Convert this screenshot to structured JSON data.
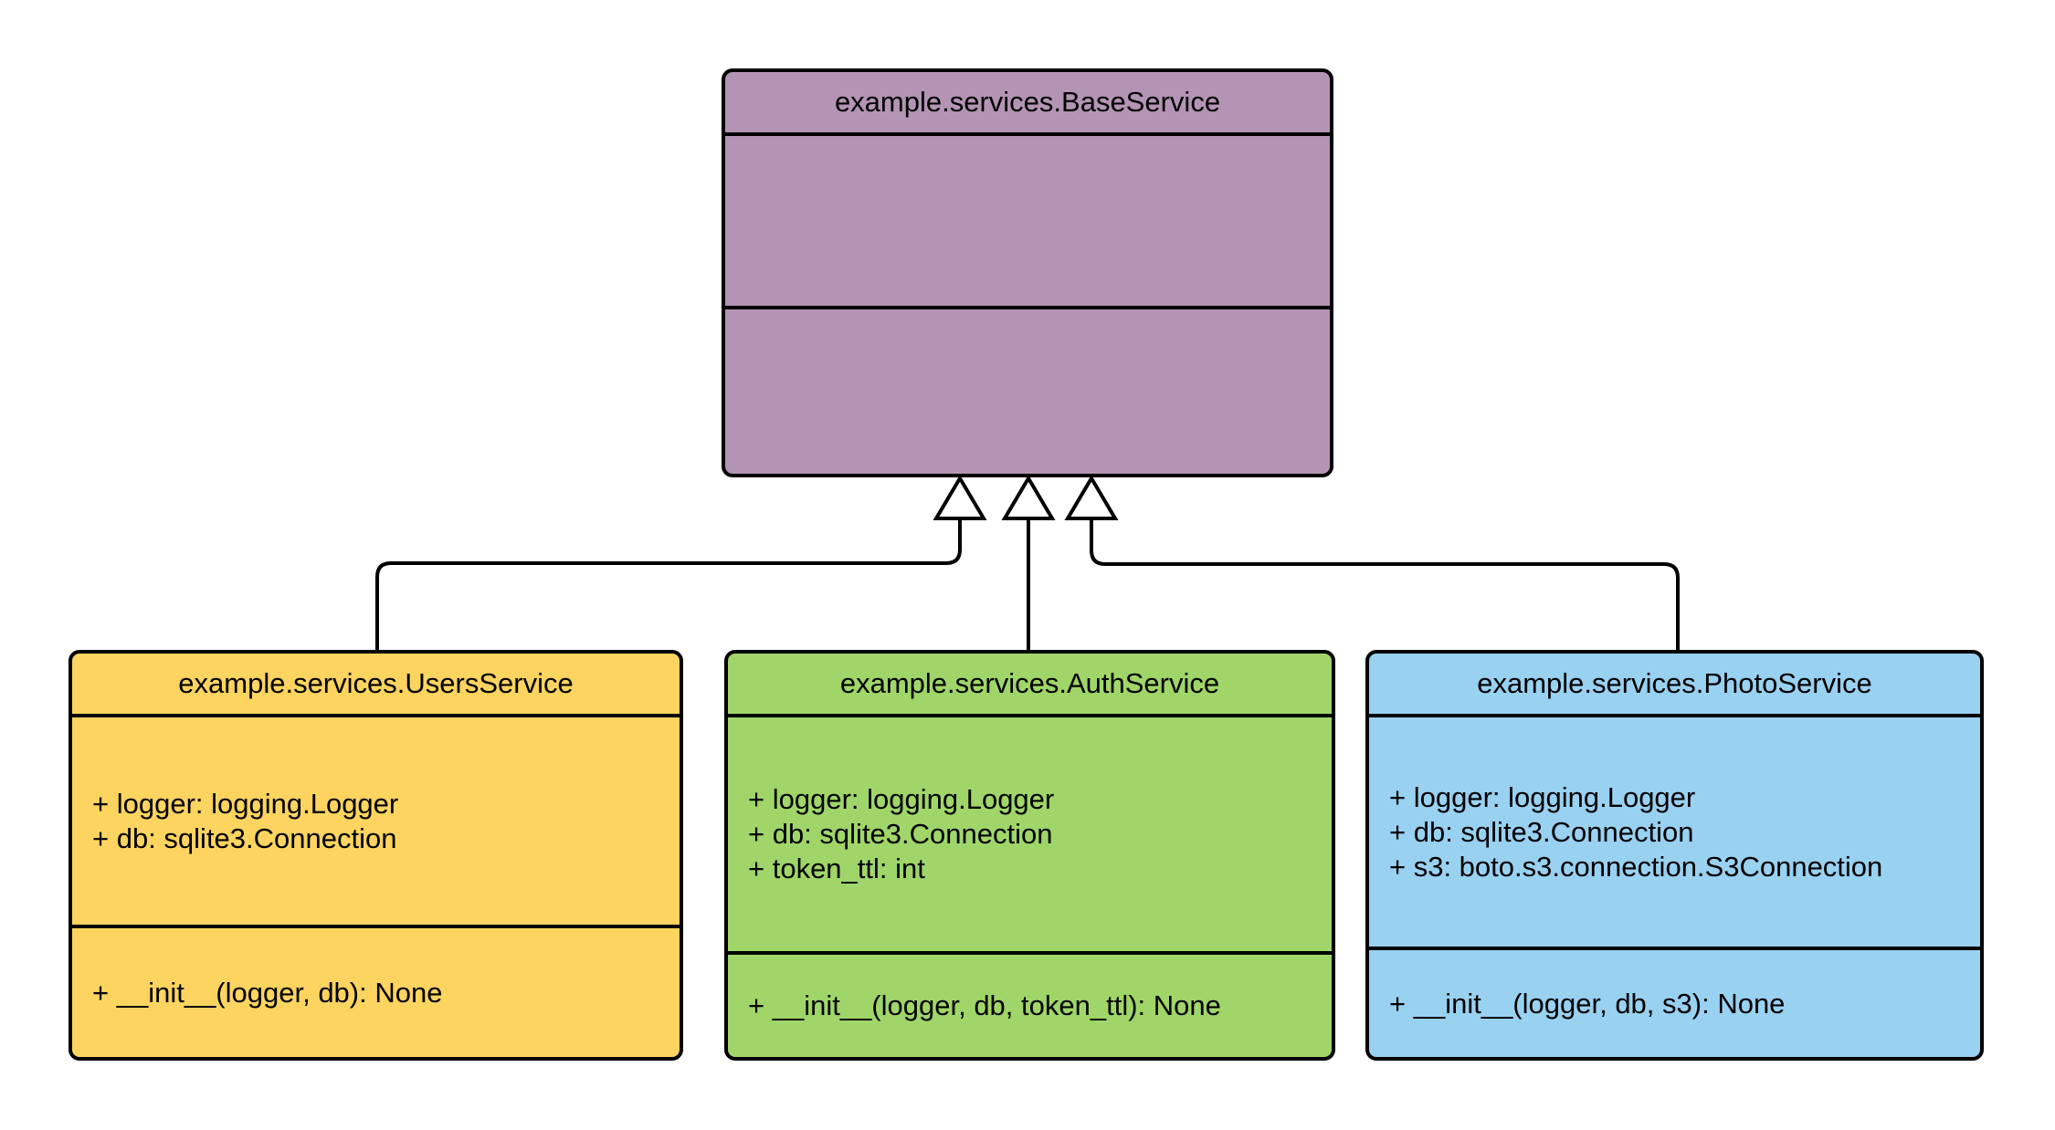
{
  "diagram": {
    "background_color": "#ffffff",
    "line_color": "#000000",
    "arrowhead_fill": "#ffffff",
    "classes": [
      {
        "id": "base-service",
        "name": "example.services.BaseService",
        "color": "#b494b4",
        "attributes": [],
        "methods": []
      },
      {
        "id": "users-service",
        "name": "example.services.UsersService",
        "color": "#fcd45f",
        "attributes": [
          "+ logger: logging.Logger",
          "+ db: sqlite3.Connection"
        ],
        "methods": [
          "+ __init__(logger, db): None"
        ]
      },
      {
        "id": "auth-service",
        "name": "example.services.AuthService",
        "color": "#a0d669",
        "attributes": [
          "+ logger: logging.Logger",
          "+ db: sqlite3.Connection",
          "+ token_ttl: int"
        ],
        "methods": [
          "+ __init__(logger, db, token_ttl): None"
        ]
      },
      {
        "id": "photo-service",
        "name": "example.services.PhotoService",
        "color": "#99d1f1",
        "attributes": [
          "+ logger: logging.Logger",
          "+ db: sqlite3.Connection",
          "+ s3: boto.s3.connection.S3Connection"
        ],
        "methods": [
          "+ __init__(logger, db, s3): None"
        ]
      }
    ],
    "relations": [
      {
        "type": "inheritance",
        "from": "example.services.UsersService",
        "to": "example.services.BaseService"
      },
      {
        "type": "inheritance",
        "from": "example.services.AuthService",
        "to": "example.services.BaseService"
      },
      {
        "type": "inheritance",
        "from": "example.services.PhotoService",
        "to": "example.services.BaseService"
      }
    ]
  }
}
